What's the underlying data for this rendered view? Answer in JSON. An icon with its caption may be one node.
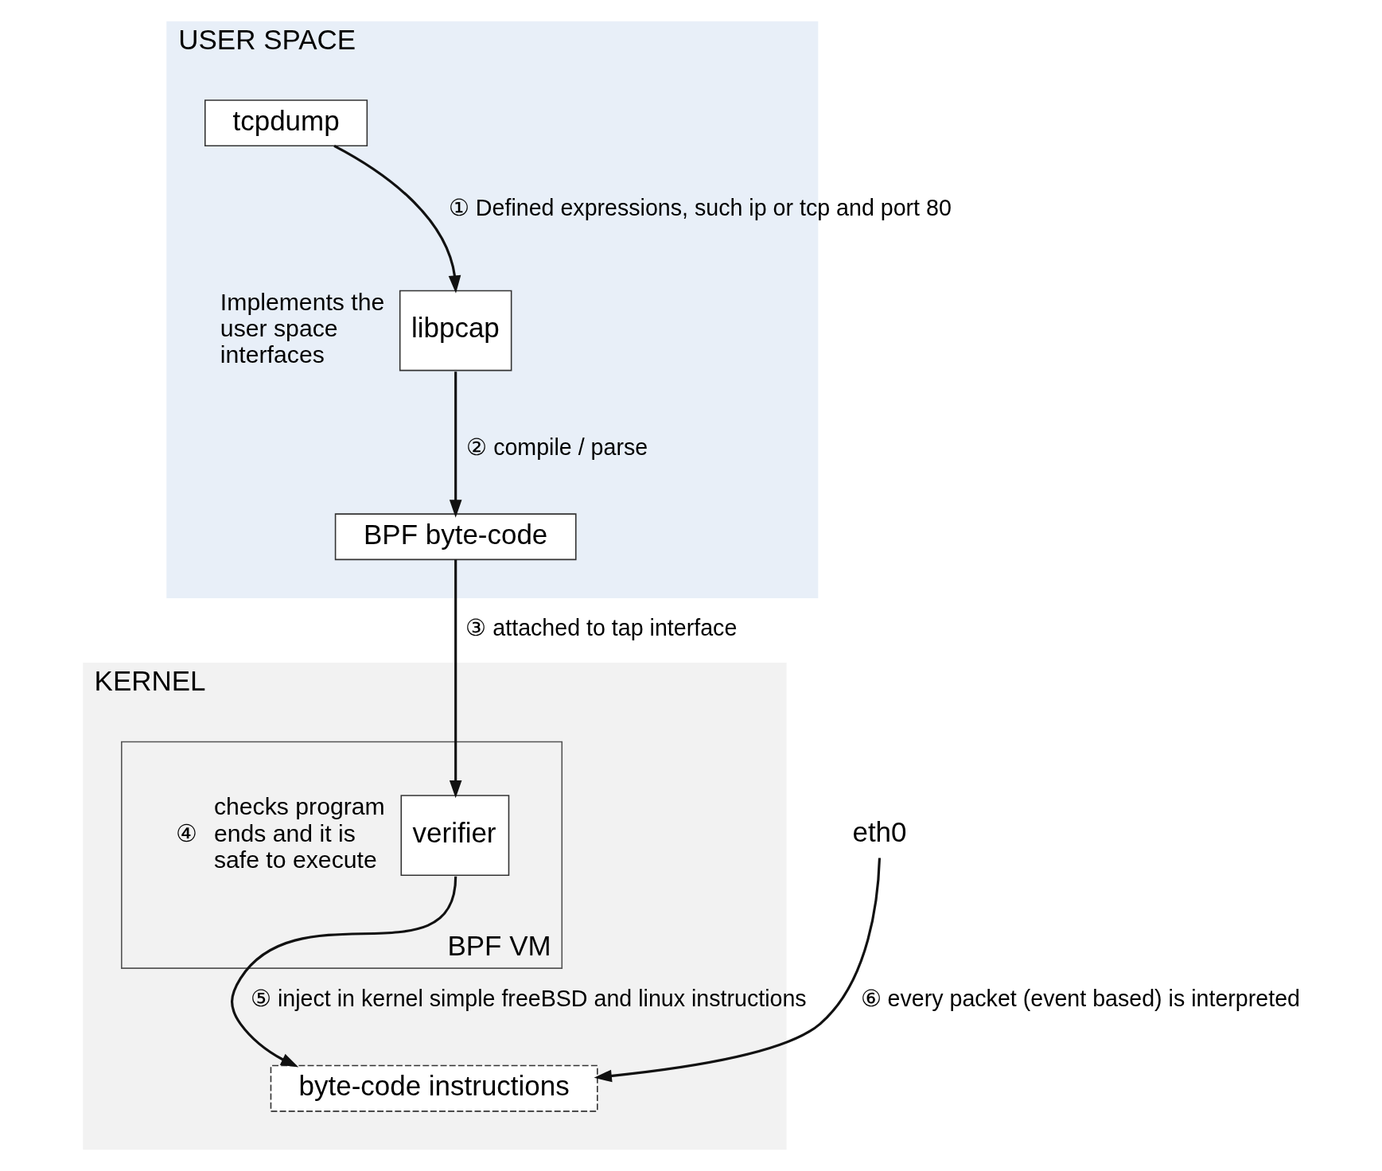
{
  "diagram": {
    "nodes": [
      {
        "text": [
          "USER SPACE"
        ]
      },
      {
        "text": [
          "tcpdump"
        ],
        "in": 0
      },
      {
        "text": [
          "libpcap"
        ],
        "in": 0,
        "beside": [
          "Implements the user space interfaces"
        ]
      },
      {
        "text": [
          "BPF byte-code"
        ],
        "in": 0
      },
      {
        "text": [
          "KERNEL"
        ]
      },
      {
        "text": [
          "BPF VM"
        ],
        "in": 4
      },
      {
        "text": [
          "verifier"
        ],
        "in": 5,
        "beside": [
          "④",
          "checks program ends and it is safe to execute"
        ]
      },
      {
        "text": [
          "byte-code instructions"
        ],
        "in": 4
      },
      {
        "text": [
          "eth0"
        ]
      }
    ],
    "edges": [
      {
        "from": 1,
        "to": 2,
        "arrow": "to",
        "label": "① Defined expressions, such ip or tcp and port 80"
      },
      {
        "from": 2,
        "to": 3,
        "arrow": "to",
        "label": "② compile / parse"
      },
      {
        "from": 3,
        "to": 6,
        "arrow": "to",
        "label": "③ attached to tap interface"
      },
      {
        "from": 6,
        "to": 7,
        "arrow": "to",
        "label": "⑤ inject in kernel simple freeBSD and linux instructions"
      },
      {
        "from": 8,
        "to": 7,
        "arrow": "to",
        "label": "⑥ every packet (event based) is interpreted"
      }
    ]
  }
}
